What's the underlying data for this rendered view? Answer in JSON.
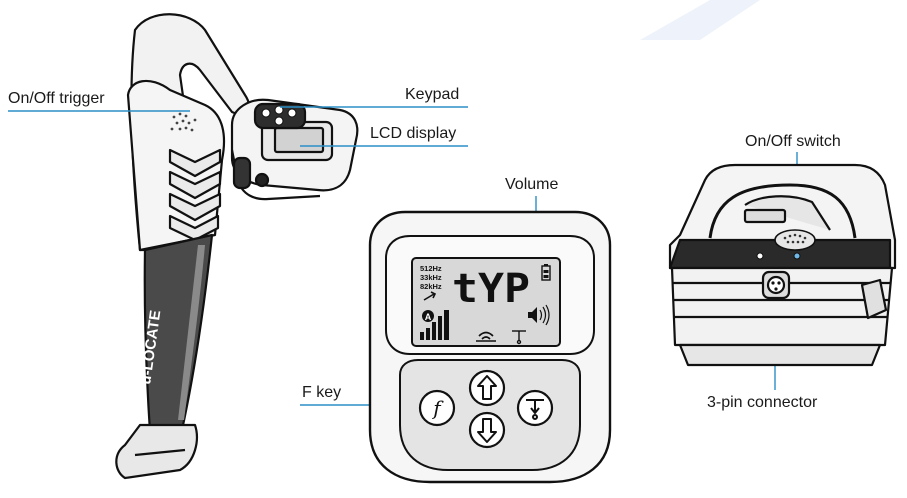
{
  "labels": {
    "on_off_trigger": "On/Off trigger",
    "keypad": "Keypad",
    "lcd_display": "LCD display",
    "volume": "Volume",
    "f_key": "F key",
    "on_off_switch": "On/Off switch",
    "three_pin_connector": "3-pin connector"
  },
  "locator": {
    "brand": "u-LOCATE"
  },
  "lcd": {
    "freq_1": "512Hz",
    "freq_2": "33kHz",
    "freq_3": "82kHz",
    "main_text": "tYP",
    "mode_badge": "A"
  },
  "keypad": {
    "f_key_glyph": "f"
  },
  "colors": {
    "callout_line": "#2a8fc8",
    "outline": "#111111",
    "body_grey": "#e6e6e6",
    "dark_grey": "#4a4a4a",
    "watermark": "#eef3fb"
  }
}
